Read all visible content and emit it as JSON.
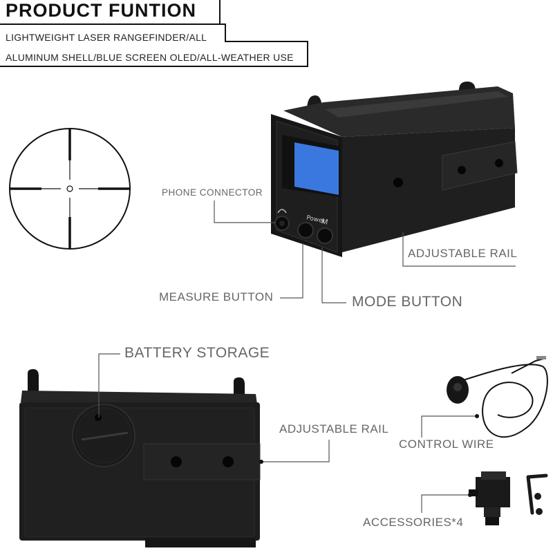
{
  "header": {
    "title": "PRODUCT FUNTION",
    "line1": "LIGHTWEIGHT LASER RANGEFINDER/ALL",
    "line2": "ALUMINUM SHELL/BLUE SCREEN OLED/ALL-WEATHER USE"
  },
  "callouts": {
    "phone_connector": "PHONE CONNECTOR",
    "adjustable_rail_top": "ADJUSTABLE RAIL",
    "measure_button": "MEASURE BUTTON",
    "mode_button": "MODE BUTTON",
    "battery_storage": "BATTERY STORAGE",
    "adjustable_rail_bottom": "ADJUSTABLE RAIL",
    "control_wire": "CONTROL WIRE",
    "accessories": "ACCESSORIES*4"
  },
  "device_labels": {
    "power": "Power",
    "mode_key": "M"
  },
  "colors": {
    "device_body": "#1c1c1c",
    "screen": "#2f6fd8",
    "label_text": "#666666"
  }
}
